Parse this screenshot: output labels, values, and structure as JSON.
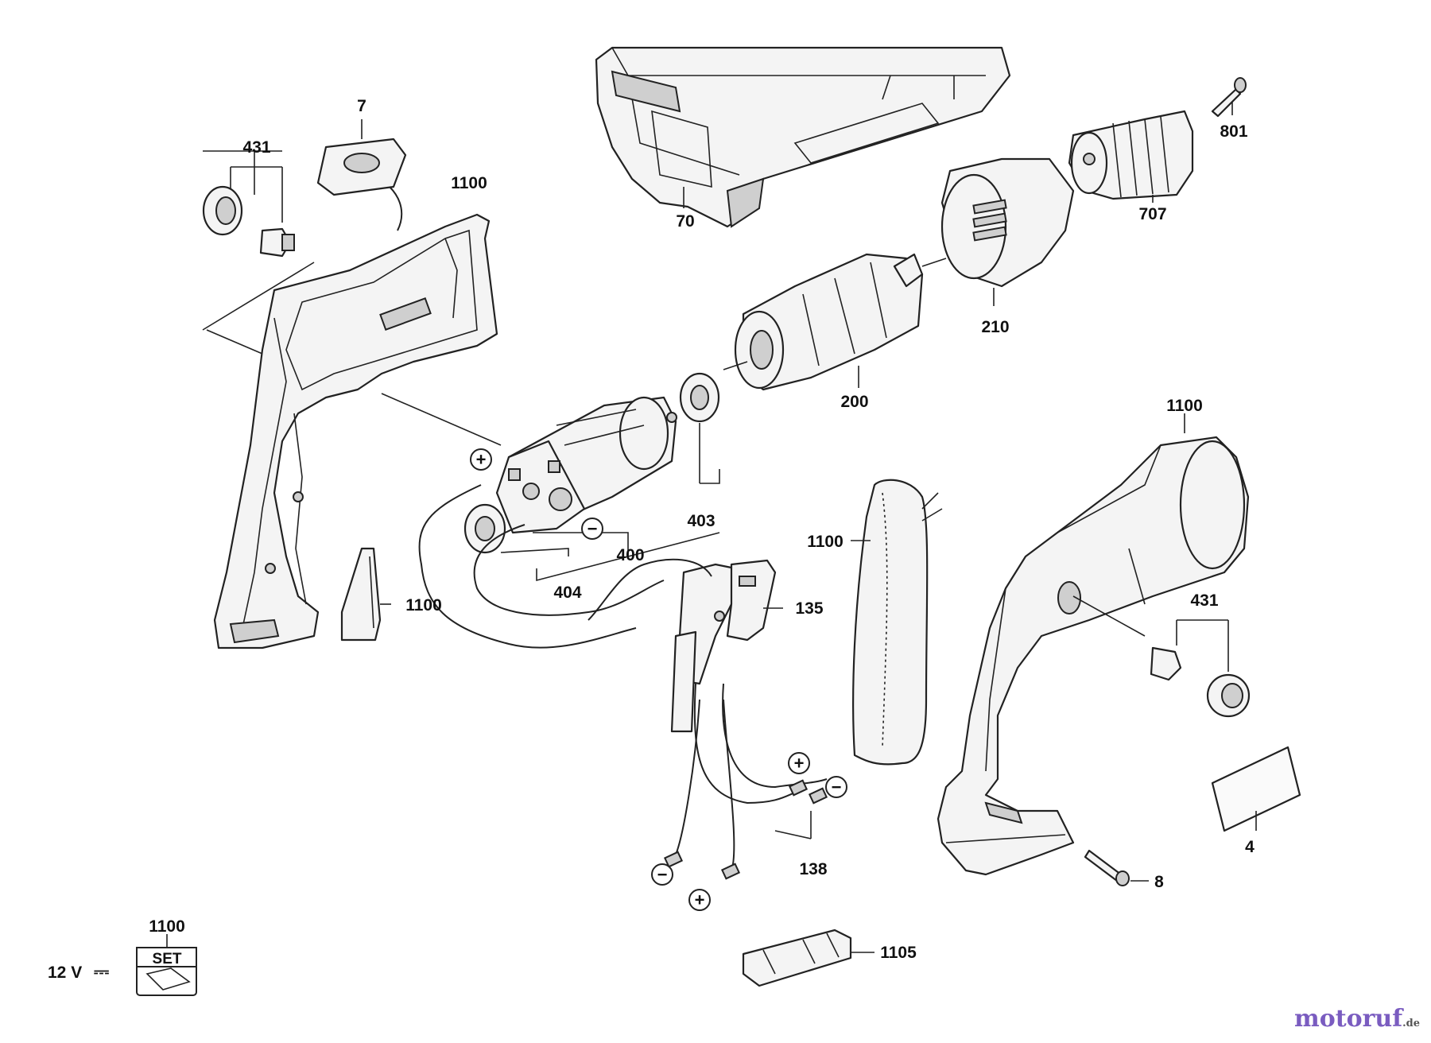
{
  "parts": [
    {
      "id": "label-7",
      "text": "7"
    },
    {
      "id": "label-431-top",
      "text": "431"
    },
    {
      "id": "label-1100-housing-left",
      "text": "1100"
    },
    {
      "id": "label-70",
      "text": "70"
    },
    {
      "id": "label-801",
      "text": "801"
    },
    {
      "id": "label-707",
      "text": "707"
    },
    {
      "id": "label-210",
      "text": "210"
    },
    {
      "id": "label-200",
      "text": "200"
    },
    {
      "id": "label-403",
      "text": "403"
    },
    {
      "id": "label-400",
      "text": "400"
    },
    {
      "id": "label-404",
      "text": "404"
    },
    {
      "id": "label-1100-clip",
      "text": "1100"
    },
    {
      "id": "label-135",
      "text": "135"
    },
    {
      "id": "label-1100-grip",
      "text": "1100"
    },
    {
      "id": "label-1100-housing-right",
      "text": "1100"
    },
    {
      "id": "label-431-right",
      "text": "431"
    },
    {
      "id": "label-4",
      "text": "4"
    },
    {
      "id": "label-8",
      "text": "8"
    },
    {
      "id": "label-138",
      "text": "138"
    },
    {
      "id": "label-1105",
      "text": "1105"
    },
    {
      "id": "label-1100-set",
      "text": "1100"
    }
  ],
  "polarity": {
    "plus": "+",
    "minus": "−"
  },
  "set_badge": {
    "voltage": "12 V",
    "dc_symbol": "⎓",
    "set_text": "SET"
  },
  "watermark": {
    "brand": "motoruf",
    "suffix": ".de"
  }
}
